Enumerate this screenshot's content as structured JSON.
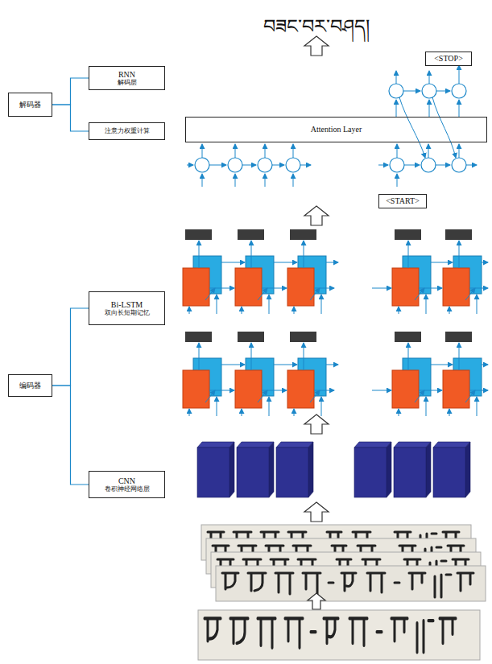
{
  "diagram": {
    "nodes": [
      {
        "text": [
          "<STOP>"
        ]
      },
      {
        "text": [
          "RNN",
          "解码层"
        ]
      },
      {
        "text": [
          "解码器"
        ]
      },
      {
        "text": [
          "注意力权重计算"
        ]
      },
      {
        "text": [
          "Attention Layer"
        ]
      },
      {
        "text": [
          "<START>"
        ]
      },
      {
        "text": [
          "Bi-LSTM",
          "双向长短期记忆"
        ]
      },
      {
        "text": [
          "编码器"
        ]
      },
      {
        "text": [
          "CNN",
          "卷积神经网络层"
        ]
      }
    ],
    "edges": [
      {
        "from": 2,
        "to": 1,
        "arrow": "none"
      },
      {
        "from": 2,
        "to": 3,
        "arrow": "none"
      },
      {
        "from": 7,
        "to": 6,
        "arrow": "none"
      },
      {
        "from": 7,
        "to": 8,
        "arrow": "none"
      }
    ],
    "labels": [
      "བཟང་བར་བཤད།"
    ]
  }
}
